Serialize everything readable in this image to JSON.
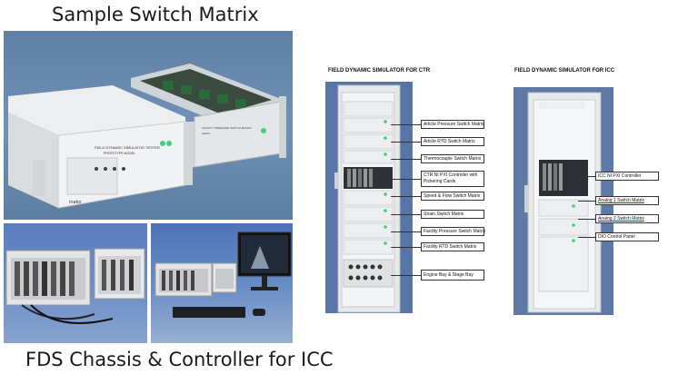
{
  "left": {
    "top_title": "Sample Switch Matrix",
    "bottom_title": "FDS Chassis & Controller for ICC",
    "unit_front_text": "FIELD DYNAMIC SIMULATOR TESTER",
    "unit_front_subtext": "PROTOTYPE MODEL",
    "logo_text": "inako",
    "open_unit_text": "FACILITY PRESSURE SWITCH MATRIX",
    "open_unit_subtext": "INAKO"
  },
  "ctr": {
    "heading": "FIELD DYNAMIC SIMULATOR FOR CTR",
    "labels": [
      "Article Pressure Switch Matrix",
      "Article RTD Switch Matrix",
      "Thermocouple Switch Matrix",
      "CTR NI PXI Controller with",
      "Pickering Cards",
      "Speed & Flow Switch Matrix",
      "Strain Switch Matrix",
      "Facility Pressure Switch Matrix",
      "Facility RTD Switch Matrix",
      "Engine Bay & Stage Bay"
    ]
  },
  "icc": {
    "heading": "FIELD DYNAMIC SIMULATOR FOR ICC",
    "labels": [
      "ICC NI PXI Controller",
      "Analog 1 Switch Matrix",
      "Analog 2 Switch Matrix",
      "DIO Control Panel"
    ]
  }
}
